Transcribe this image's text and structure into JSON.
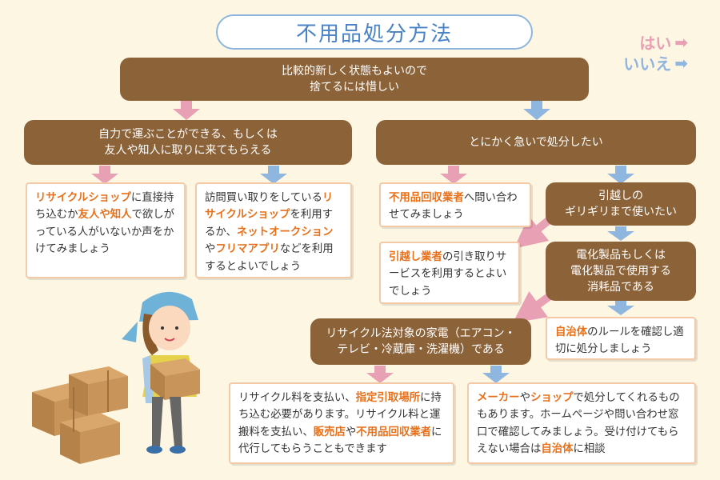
{
  "title": "不用品処分方法",
  "legend": {
    "yes": "はい",
    "no": "いいえ",
    "yes_color": "#e8a0b4",
    "no_color": "#8fb6de"
  },
  "root": {
    "line1": "比較的新しく状態もよいので",
    "line2": "捨てるには惜しい"
  },
  "q_carry": {
    "line1": "自力で運ぶことができる、もしくは",
    "line2": "友人や知人に取りに来てもらえる"
  },
  "q_hurry": "とにかく急いで処分したい",
  "q_moving": {
    "line1": "引越しの",
    "line2": "ギリギリまで使いたい"
  },
  "q_electric": {
    "line1": "電化製品もしくは",
    "line2": "電化製品で使用する",
    "line3": "消耗品である"
  },
  "q_recycle_law": {
    "line1": "リサイクル法対象の家電（エアコン・",
    "line2": "テレビ・冷蔵庫・洗濯機）である"
  },
  "a1": {
    "k1": "リサイクルショップ",
    "t1": "に直接持ち込むか",
    "k2": "友人や知人",
    "t2": "で欲しがっている人がいないか声をかけてみましょう"
  },
  "a2": {
    "t0": "訪問買い取りをしている",
    "k1": "リサイクルショップ",
    "t1": "を利用するか、",
    "k2": "ネットオークション",
    "t2": "や",
    "k3": "フリマアプリ",
    "t3": "などを利用するとよいでしょう"
  },
  "a3": {
    "k1": "不用品回収業者",
    "t1": "へ問い合わせてみましょう"
  },
  "a4": {
    "k1": "引越し業者",
    "t1": "の引き取りサービスを利用するとよいでしょう"
  },
  "a5": {
    "k1": "自治体",
    "t1": "のルールを確認し適切に処分しましょう"
  },
  "a6": {
    "t0": "リサイクル料を支払い、",
    "k1": "指定引取場所",
    "t1": "に持ち込む必要があります。リサイクル料と運搬料を支払い、",
    "k2": "販売店",
    "t2": "や",
    "k3": "不用品回収業者",
    "t3": "に代行してもらうこともできます"
  },
  "a7": {
    "k1": "メーカー",
    "t1": "や",
    "k2": "ショップ",
    "t2": "で処分してくれるものもあります。ホームページや問い合わせ窓口で確認してみましょう。受け付けてもらえない場合は",
    "k3": "自治体",
    "t3": "に相談"
  }
}
